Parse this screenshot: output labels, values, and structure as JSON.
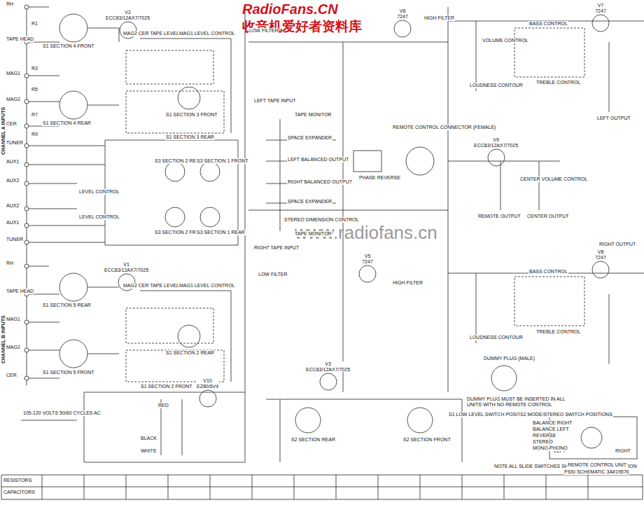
{
  "diagram": {
    "nodes": [
      {
        "text": [
          "V2",
          "ECC83/12AX7/7025"
        ]
      },
      {
        "text": [
          "V1",
          "ECC83/12AX7/7025"
        ]
      },
      {
        "text": [
          "V6",
          "7247"
        ]
      },
      {
        "text": [
          "V7",
          "7247"
        ]
      },
      {
        "text": [
          "V9",
          "ECC83/12AX7/7025"
        ]
      },
      {
        "text": [
          "V5",
          "7247"
        ]
      },
      {
        "text": [
          "V8",
          "7247"
        ]
      },
      {
        "text": [
          "V3",
          "ECC83/12AX7/7025"
        ]
      },
      {
        "text": [
          "V10",
          "EZ80/6V4"
        ]
      }
    ],
    "labels": [
      "RadioFans.CN",
      "收音机爱好者资料库",
      "www.radiofans.cn",
      "RH",
      "TAPE HEAD",
      "MAG1",
      "MAG2",
      "CER",
      "CHANNEL A INPUTS",
      "TUNER",
      "AUX1",
      "AUX2",
      "AUX2",
      "AUX1",
      "TUNER",
      "CHANNEL B INPUTS",
      "RH",
      "TAPE HEAD",
      "MAG1",
      "MAG2",
      "CER",
      "S1 SECTION 4 FRONT",
      "S1 SECTION 4 REAR",
      "S1 SECTION 5 REAR",
      "S1 SECTION 5 FRONT",
      "S1 SECTION 3 FRONT",
      "S1 SECTION 3 REAR",
      "S1 SECTION 2 REAR",
      "S1 SECTION 2 FRONT",
      "S3 SECTION 2 REAR",
      "S3 SECTION 1 FRONT",
      "S3 SECTION 2 FRONT",
      "S3 SECTION 1 REAR",
      "LEVEL CONTROL",
      "LEVEL CONTROL",
      "MAG2 CER TAPE LEVEL CONTROL",
      "MAG1 LEVEL CONTROL",
      "MAG2 CER TAPE LEVEL CONTROL",
      "MAG1 LEVEL CONTROL",
      "LEFT TAPE INPUT",
      "TAPE MONITOR",
      "SPACE EXPANDER",
      "LEFT BALANCED OUTPUT",
      "RIGHT BALANCED OUTPUT",
      "SPACE EXPANDER",
      "STEREO DIMENSION CONTROL",
      "TAPE MONITOR",
      "RIGHT TAPE INPUT",
      "LOW FILTER",
      "LOW FILTER",
      "HIGH FILTER",
      "HIGH FILTER",
      "REMOTE CONTROL CONNECTOR (FEMALE)",
      "PHASE REVERSE",
      "VOLUME CONTROL",
      "LOUDNESS CONTOUR",
      "BASS CONTROL",
      "TREBLE CONTROL",
      "LEFT OUTPUT",
      "REMOTE OUTPUT",
      "CENTER OUTPUT",
      "CENTER VOLUME CONTROL",
      "BASS CONTROL",
      "LOUDNESS CONTOUR",
      "TREBLE CONTROL",
      "RIGHT OUTPUT",
      "DUMMY PLUG (MALE)",
      "DUMMY PLUG MUST BE INSERTED IN ALL UNITS WITH NO REMOTE CONTROL",
      "S1 LOW LEVEL SWITCH POSITIONS",
      "S2 MODE/STEREO SWITCH POSITIONS",
      "NOTE ALL SLIDE SWITCHES SHOWN IN THE “OFF” POSITION",
      "REMOTE CONTROL UNIT",
      "LEFT",
      "RIGHT",
      "PSSI SCHEMATIC 3A#19576",
      "105-120 VOLTS 50/60 CYCLES AC",
      "RED",
      "BLACK",
      "WHITE",
      "S2 SECTION REAR",
      "S2 SECTION FRONT",
      "BALANCE RIGHT",
      "BALANCE LEFT",
      "REVERSE",
      "STEREO",
      "MONO-PHONO",
      "RESISTORS",
      "CAPACITORS",
      "R1",
      "R3",
      "R5",
      "R7",
      "R9"
    ]
  }
}
